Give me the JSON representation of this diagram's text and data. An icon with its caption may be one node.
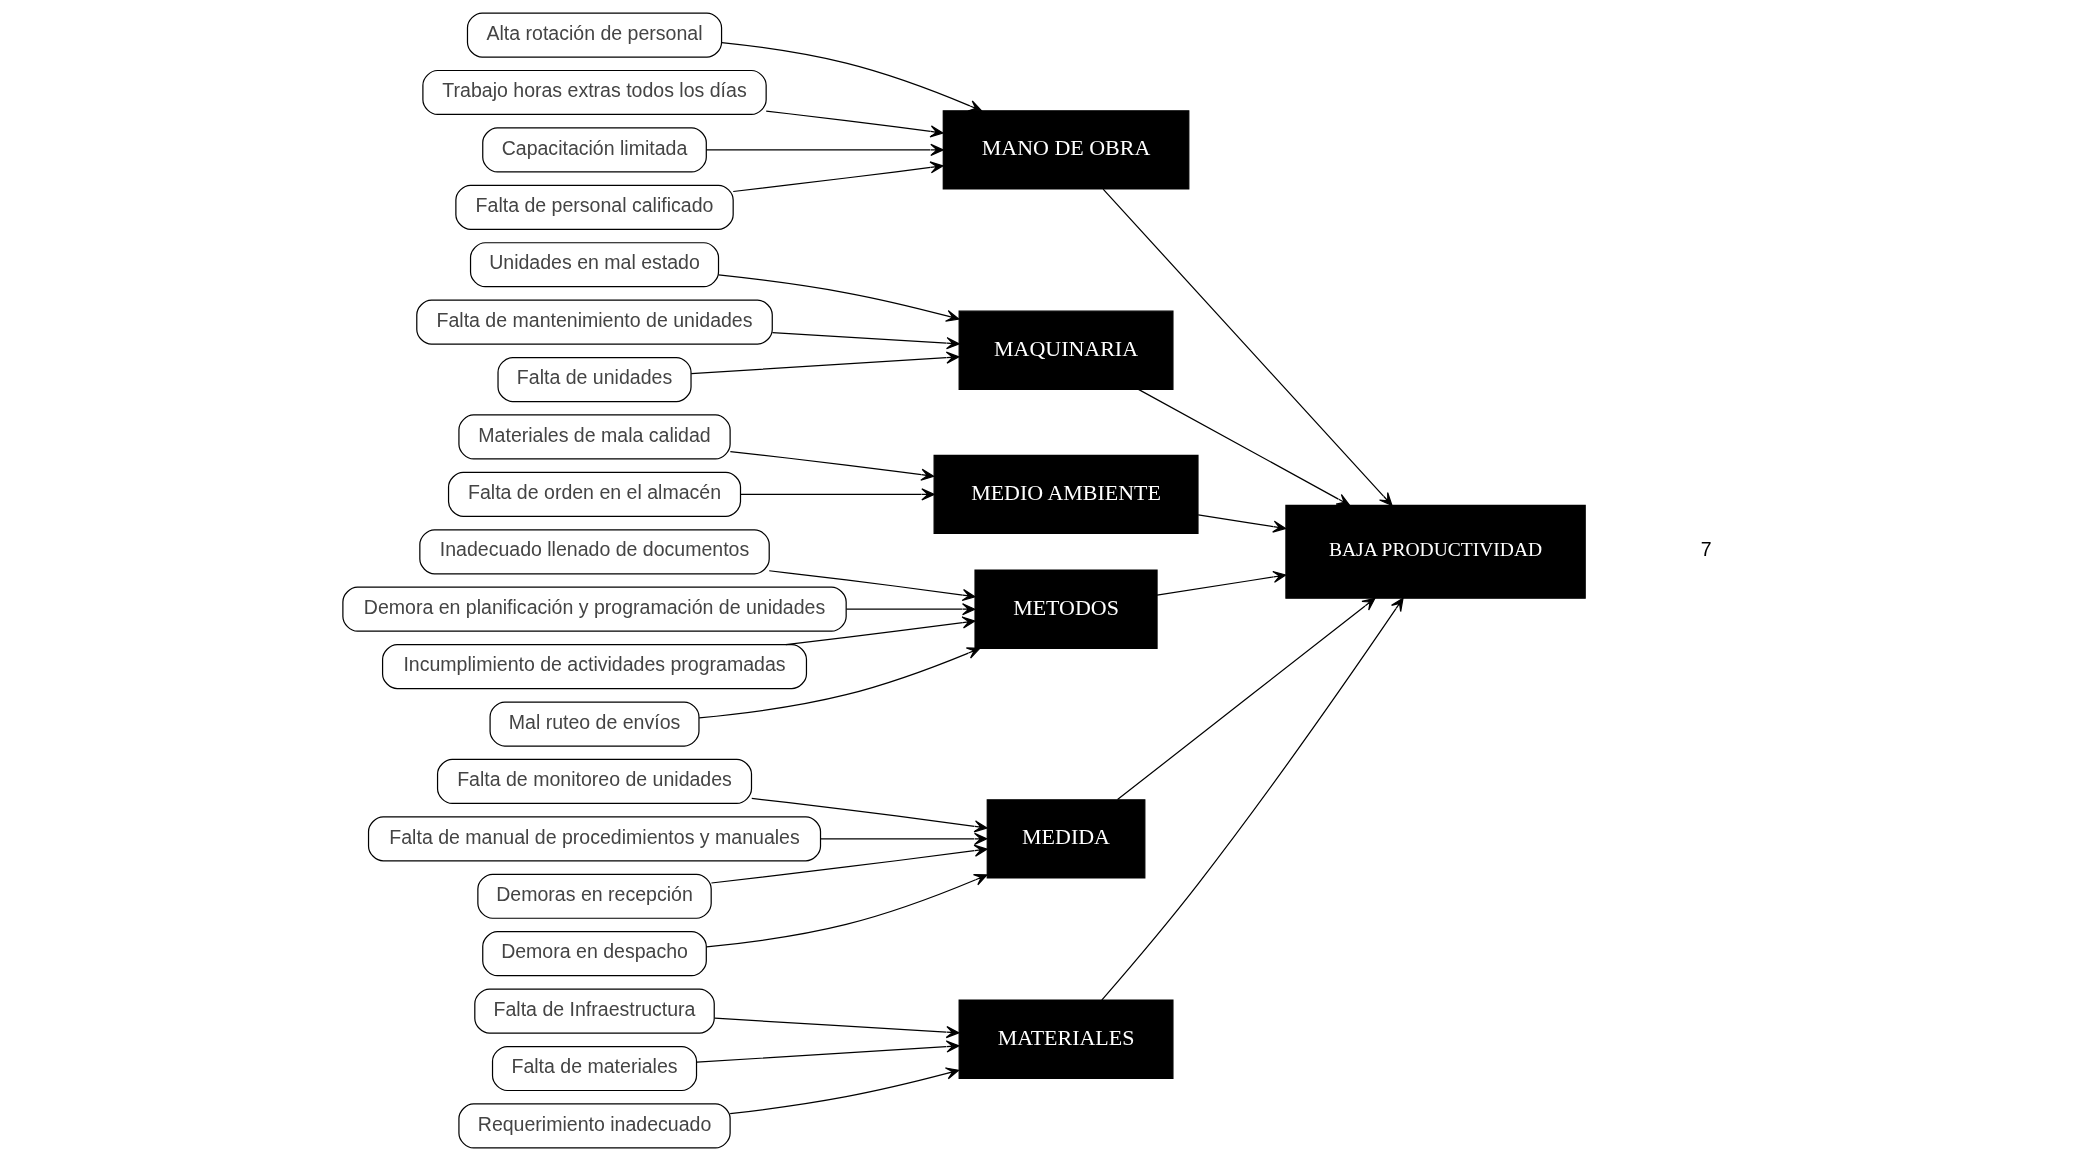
{
  "diagram": {
    "nodes": [
      {
        "text": [
          "MATERIALES"
        ]
      },
      {
        "text": [
          "Falta de Infraestructura"
        ]
      },
      {
        "text": [
          "Falta de materiales"
        ]
      },
      {
        "text": [
          "Requerimiento inadecuado"
        ]
      },
      {
        "text": [
          "MANO DE OBRA"
        ]
      },
      {
        "text": [
          "Alta rotación de personal"
        ]
      },
      {
        "text": [
          "Trabajo horas extras todos los días"
        ]
      },
      {
        "text": [
          "Capacitación limitada"
        ]
      },
      {
        "text": [
          "Falta de personal calificado"
        ]
      },
      {
        "text": [
          "MAQUINARIA"
        ]
      },
      {
        "text": [
          "Unidades en mal estado"
        ]
      },
      {
        "text": [
          "Falta de mantenimiento de unidades"
        ]
      },
      {
        "text": [
          "Falta de unidades"
        ]
      },
      {
        "text": [
          "MEDIO AMBIENTE"
        ]
      },
      {
        "text": [
          "Materiales de mala calidad"
        ]
      },
      {
        "text": [
          "Falta de orden en el almacén"
        ]
      },
      {
        "text": [
          "METODOS"
        ]
      },
      {
        "text": [
          "Inadecuado llenado de documentos"
        ]
      },
      {
        "text": [
          "Demora en planificación y programación de unidades"
        ]
      },
      {
        "text": [
          "Incumplimiento de actividades programadas"
        ]
      },
      {
        "text": [
          "Mal ruteo de envíos"
        ]
      },
      {
        "text": [
          "MEDIDA"
        ]
      },
      {
        "text": [
          "Falta de monitoreo de unidades"
        ]
      },
      {
        "text": [
          "Falta de manual de procedimientos y manuales"
        ]
      },
      {
        "text": [
          "Demoras en recepción"
        ]
      },
      {
        "text": [
          "Demora en despacho"
        ]
      },
      {
        "text": [
          "BAJA PRODUCTIVIDAD"
        ]
      }
    ],
    "edges": [
      {
        "from": 1,
        "to": 0,
        "arrow": "to"
      },
      {
        "from": 2,
        "to": 0,
        "arrow": "to"
      },
      {
        "from": 3,
        "to": 0,
        "arrow": "to"
      },
      {
        "from": 5,
        "to": 4,
        "arrow": "to"
      },
      {
        "from": 6,
        "to": 4,
        "arrow": "to"
      },
      {
        "from": 7,
        "to": 4,
        "arrow": "to"
      },
      {
        "from": 8,
        "to": 4,
        "arrow": "to"
      },
      {
        "from": 10,
        "to": 9,
        "arrow": "to"
      },
      {
        "from": 11,
        "to": 9,
        "arrow": "to"
      },
      {
        "from": 12,
        "to": 9,
        "arrow": "to"
      },
      {
        "from": 14,
        "to": 13,
        "arrow": "to"
      },
      {
        "from": 15,
        "to": 13,
        "arrow": "to"
      },
      {
        "from": 17,
        "to": 16,
        "arrow": "to"
      },
      {
        "from": 18,
        "to": 16,
        "arrow": "to"
      },
      {
        "from": 19,
        "to": 16,
        "arrow": "to"
      },
      {
        "from": 20,
        "to": 16,
        "arrow": "to"
      },
      {
        "from": 22,
        "to": 21,
        "arrow": "to"
      },
      {
        "from": 23,
        "to": 21,
        "arrow": "to"
      },
      {
        "from": 24,
        "to": 21,
        "arrow": "to"
      },
      {
        "from": 25,
        "to": 21,
        "arrow": "to"
      },
      {
        "from": 0,
        "to": 26,
        "arrow": "to"
      },
      {
        "from": 4,
        "to": 26,
        "arrow": "to"
      },
      {
        "from": 9,
        "to": 26,
        "arrow": "to"
      },
      {
        "from": 13,
        "to": 26,
        "arrow": "to"
      },
      {
        "from": 16,
        "to": 26,
        "arrow": "to"
      },
      {
        "from": 21,
        "to": 26,
        "arrow": "to"
      }
    ],
    "labels": [
      "7"
    ]
  }
}
